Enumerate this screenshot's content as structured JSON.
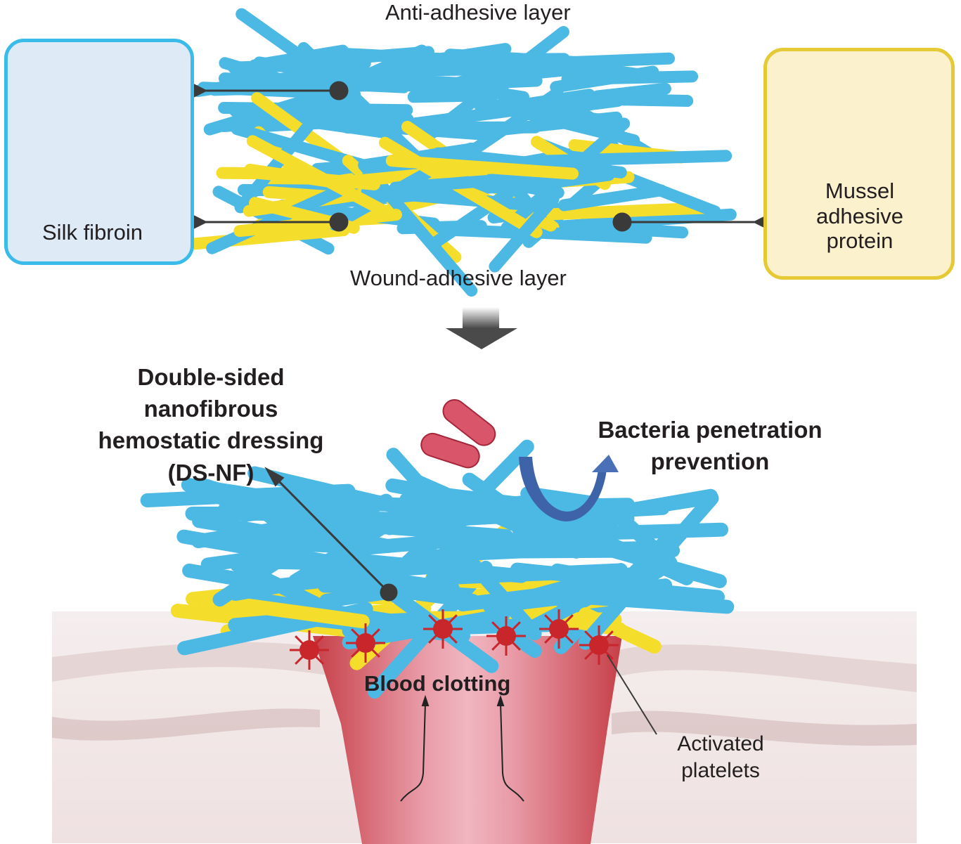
{
  "title_top": "Anti-adhesive layer",
  "title_bottom_layer": "Wound-adhesive layer",
  "source_boxes": {
    "silk": {
      "label": "Silk fibroin",
      "icon": "silk-cocoon-icon"
    },
    "mussel": {
      "label_lines": [
        "Mussel",
        "adhesive",
        "protein"
      ],
      "icon": "mussel-icon"
    }
  },
  "product_label_lines": [
    "Double-sided",
    "nanofibrous",
    "hemostatic dressing",
    "(DS-NF)"
  ],
  "bacteria_label_lines": [
    "Bacteria penetration",
    "prevention"
  ],
  "clotting_label": "Blood clotting",
  "platelets_label_lines": [
    "Activated",
    "platelets"
  ],
  "colors": {
    "silk_fiber": "#4cb8e4",
    "mussel_fiber": "#f5dd2c",
    "silk_box_border": "#3bbbe9",
    "silk_box_fill": "#deeaf6",
    "mussel_box_border": "#e5c935",
    "mussel_box_fill": "#fbf1cd",
    "connector": "#3a3a3a",
    "bacteria": "#d9566a",
    "deflect_arrow": "#3f63a8",
    "platelet": "#c8262b",
    "blood": "#c9474f",
    "skin": "#efe0e0"
  }
}
